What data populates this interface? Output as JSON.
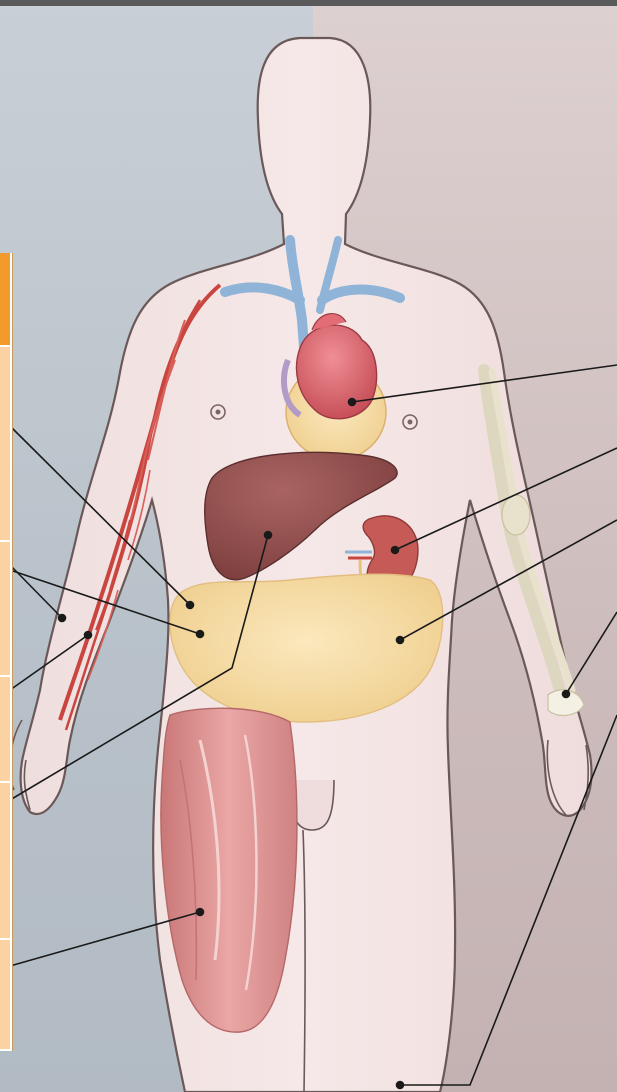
{
  "figure": {
    "subject": "male-body-target-organs",
    "colors": {
      "legend_header": "#f39a2c",
      "legend_cell": "#fbd2a2",
      "skin": "#f2e2e2",
      "outline": "#6b5858",
      "leader_line": "#1a1a1a",
      "artery": "#c9453f",
      "vein": "#8fb4d8",
      "heart": "#d9626a",
      "liver": "#8a4b4a",
      "kidney": "#c65a57",
      "fat": "#f6dca2",
      "muscle": "#e0989a",
      "bone": "#ddd7c0"
    },
    "organs": [
      "head",
      "arteries",
      "veins",
      "heart",
      "liver",
      "kidney",
      "adipose-tissue",
      "thigh-muscle",
      "forearm-bone",
      "skin"
    ],
    "legend": {
      "cells": 6
    }
  }
}
